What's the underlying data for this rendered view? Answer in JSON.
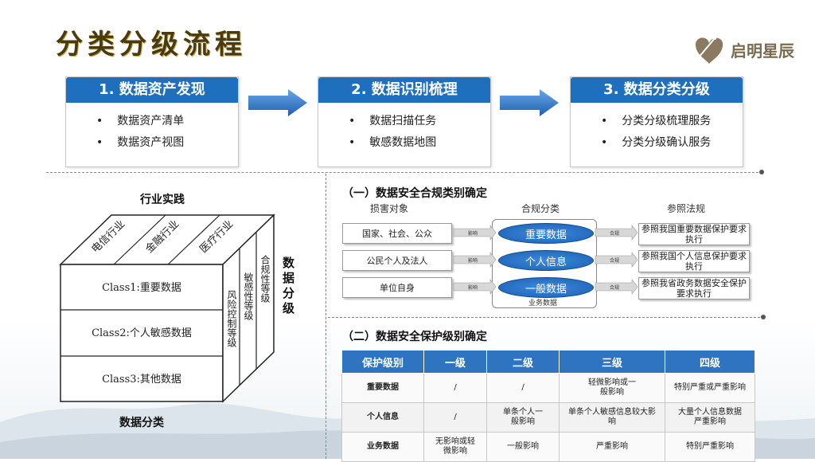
{
  "title": "分类分级流程",
  "logo": {
    "text": "启明星辰"
  },
  "steps": [
    {
      "title": "1. 数据资产发现",
      "items": [
        "数据资产清单",
        "数据资产视图"
      ]
    },
    {
      "title": "2. 数据识别梳理",
      "items": [
        "数据扫描任务",
        "敏感数据地图"
      ]
    },
    {
      "title": "3. 数据分类分级",
      "items": [
        "分类分级梳理服务",
        "分类分级确认服务"
      ]
    }
  ],
  "cube": {
    "top_label": "行业实践",
    "bottom_label": "数据分类",
    "side_label": "数据分级",
    "top_items": [
      "电信行业",
      "金融行业",
      "医疗行业"
    ],
    "classes": [
      "Class1:重要数据",
      "Class2:个人敏感数据",
      "Class3:其他数据"
    ],
    "side_items": [
      "风险控制等级",
      "敏感性等级",
      "合规性等级"
    ]
  },
  "compliance": {
    "title": "（一）数据安全合规类别确定",
    "headers": [
      "损害对象",
      "合规分类",
      "参照法规"
    ],
    "left": [
      "国家、社会、公众",
      "公民个人及法人",
      "单位自身"
    ],
    "mid": [
      "重要数据",
      "个人信息",
      "一般数据"
    ],
    "right": [
      "参照我国重要数据保护要求执行",
      "参照我国个人信息保护要求执行",
      "参照我省政务数据安全保护要求执行"
    ],
    "arrow_left": "影响",
    "arrow_right": "合规",
    "mid_footer": "业务数据"
  },
  "protection": {
    "title": "（二）数据安全保护级别确定",
    "headers": [
      "保护级别",
      "一级",
      "二级",
      "三级",
      "四级"
    ],
    "rows": [
      [
        "重要数据",
        "/",
        "/",
        "轻微影响或一般影响",
        "特别严重或严重影响"
      ],
      [
        "个人信息",
        "/",
        "单条个人一般影响",
        "单条个人敏感信息较大影响",
        "大量个人信息数据严重影响"
      ],
      [
        "业务数据",
        "无影响或轻微影响",
        "一般影响",
        "严重影响",
        "特别严重影响"
      ]
    ]
  },
  "colors": {
    "primary": "#1f6fbf",
    "table_header": "#2f74c0",
    "title": "#4a3a10"
  }
}
